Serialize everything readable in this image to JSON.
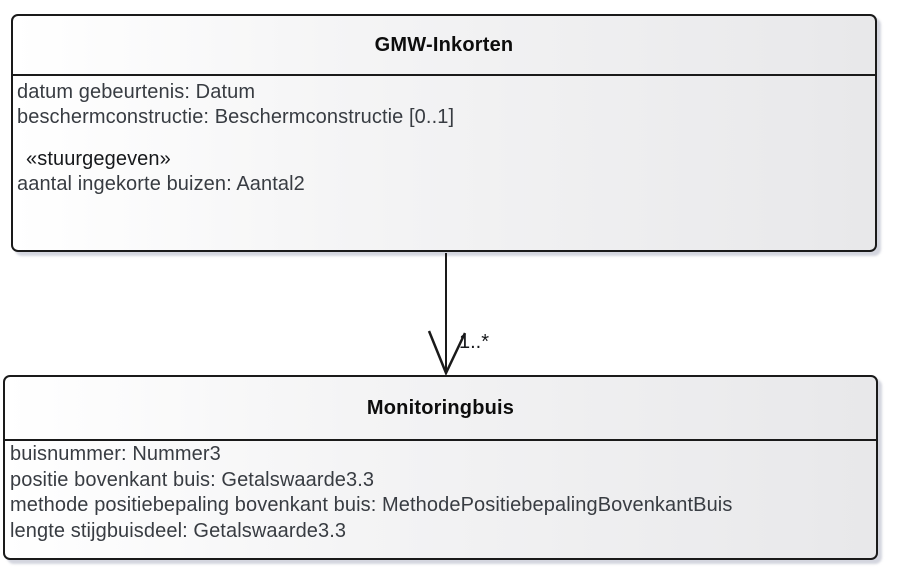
{
  "diagram": {
    "type": "uml-class-diagram",
    "classes": [
      {
        "name": "GMW-Inkorten",
        "attributes": [
          "datum gebeurtenis: Datum",
          "beschermconstructie: Beschermconstructie [0..1]"
        ],
        "stereotype": "«stuurgegeven»",
        "stereotype_attributes": [
          "aantal ingekorte buizen: Aantal2"
        ]
      },
      {
        "name": "Monitoringbuis",
        "attributes": [
          "buisnummer: Nummer3",
          "positie bovenkant buis: Getalswaarde3.3",
          "methode positiebepaling bovenkant buis: MethodePositiebepalingBovenkantBuis",
          "lengte stijgbuisdeel: Getalswaarde3.3"
        ]
      }
    ],
    "association": {
      "source": "GMW-Inkorten",
      "target": "Monitoringbuis",
      "multiplicity_label": "1..*"
    }
  },
  "colors": {
    "background": "#ffffff",
    "box_border": "#1a1a1a",
    "box_fill_left": "#ffffff",
    "box_fill_right": "#e8e8ea",
    "box_shadow": "#b0b4c4",
    "attribute_text": "#383c42",
    "title_text": "#0d0d0d"
  }
}
